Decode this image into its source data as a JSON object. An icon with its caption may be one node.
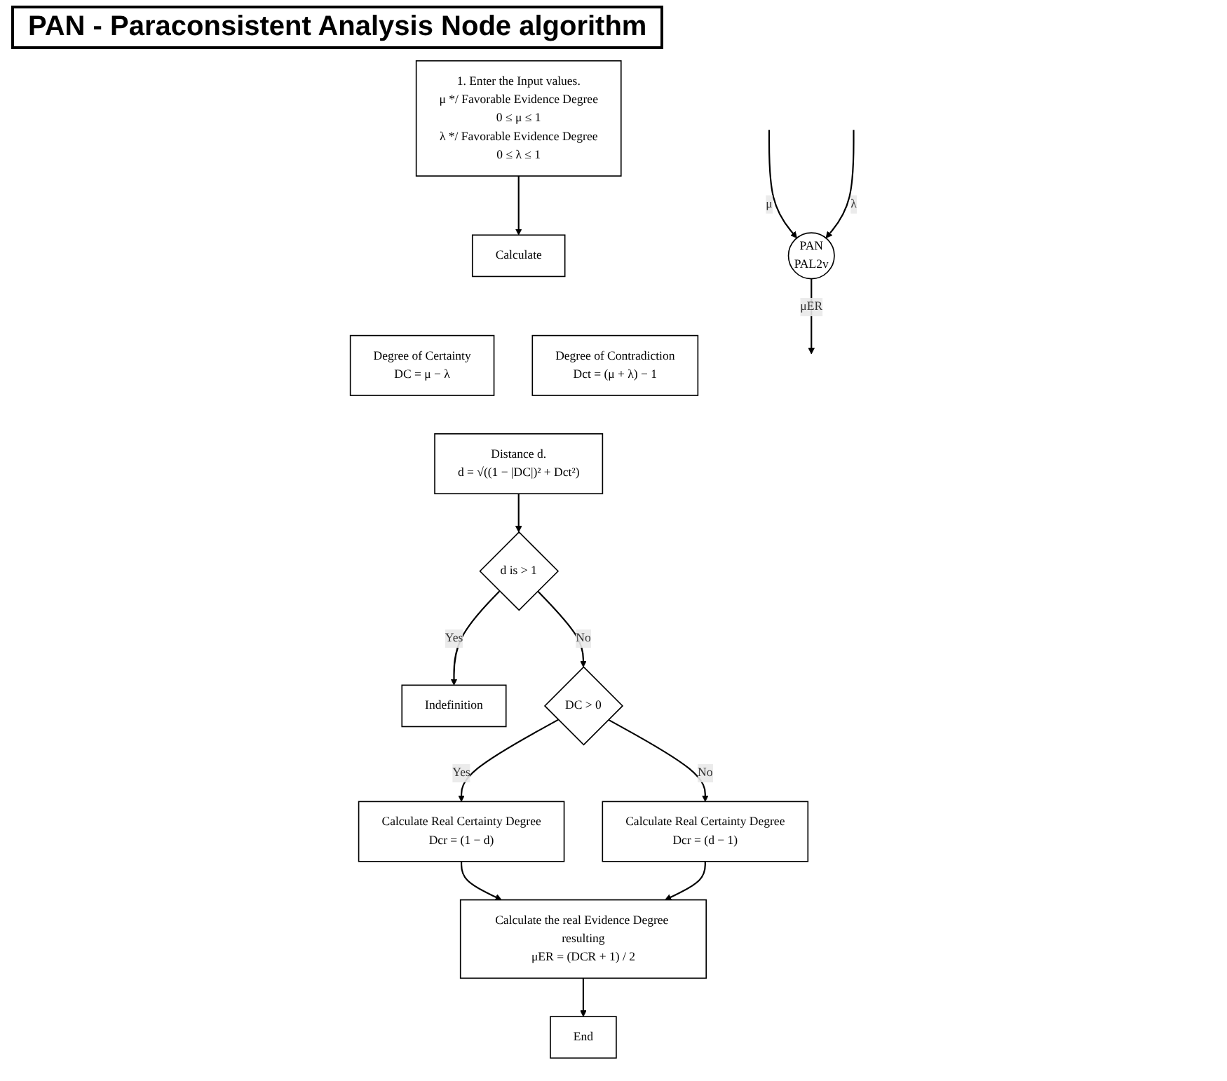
{
  "diagram": {
    "title": "PAN - Paraconsistent Analysis Node algorithm",
    "nodes": [
      {
        "text": [
          "1. Enter the Input values.",
          "μ */ Favorable Evidence Degree",
          "0 ≤ μ ≤ 1",
          "λ */ Favorable Evidence Degree",
          "0 ≤ λ ≤ 1"
        ]
      },
      {
        "text": [
          "Calculate"
        ]
      },
      {
        "text": [
          "Degree of Certainty",
          "DC = μ − λ"
        ]
      },
      {
        "text": [
          "Degree of Contradiction",
          "Dct = (μ + λ) − 1"
        ]
      },
      {
        "text": [
          "Distance d.",
          "d = √((1 − |DC|)² + Dct²)"
        ]
      },
      {
        "text": [
          "d is > 1"
        ]
      },
      {
        "text": [
          "Indefinition"
        ]
      },
      {
        "text": [
          "Calculate Real Certainty Degree",
          "Dcr = (1 − d)"
        ]
      },
      {
        "text": [
          "DC > 0"
        ]
      },
      {
        "text": [
          "Calculate Real Certainty Degree",
          "Dcr = (d − 1)"
        ]
      },
      {
        "text": [
          "Calculate the real Evidence Degree resulting",
          "μER = (DCR + 1) / 2"
        ]
      },
      {
        "text": [
          "End"
        ]
      },
      {
        "text": [
          "PAN",
          "PAL2v"
        ]
      }
    ],
    "edges": [
      {
        "from": 0,
        "to": 1,
        "arrow": "to"
      },
      {
        "from": 4,
        "to": 5,
        "arrow": "to"
      },
      {
        "from": 5,
        "to": 6,
        "label": "Yes",
        "arrow": "to"
      },
      {
        "from": 5,
        "to": 8,
        "label": "No",
        "arrow": "to"
      },
      {
        "from": 8,
        "to": 7,
        "label": "Yes",
        "arrow": "to"
      },
      {
        "from": 8,
        "to": 9,
        "label": "No",
        "arrow": "to"
      },
      {
        "from": 7,
        "to": 10,
        "arrow": "to"
      },
      {
        "from": 9,
        "to": 10,
        "arrow": "to"
      },
      {
        "from": 10,
        "to": 11,
        "arrow": "to"
      },
      {
        "from": null,
        "to": 12,
        "label": "μ",
        "arrow": "to"
      },
      {
        "from": null,
        "to": 12,
        "label": "λ",
        "arrow": "to"
      },
      {
        "from": 12,
        "to": null,
        "label": "μER",
        "arrow": "to"
      }
    ]
  }
}
